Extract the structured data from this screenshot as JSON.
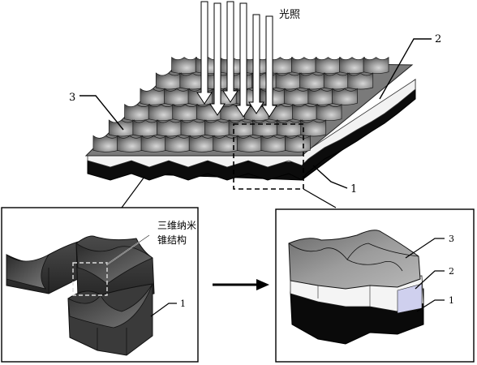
{
  "light_label": "光照",
  "part_numbers": {
    "n1": "1",
    "n2": "2",
    "n3": "3"
  },
  "left_panel": {
    "structure_label_line1": "三维纳米",
    "structure_label_line2": "锥结构",
    "n1": "1"
  },
  "right_panel": {
    "n1": "1",
    "n2": "2",
    "n3": "3"
  },
  "colors": {
    "base_black": "#0c0c0c",
    "cone_gray": "#8a8a8a",
    "mid_layer_white": "#f2f2f2",
    "left_block": "#3c3c3c",
    "stroke": "#000000"
  },
  "icons": [
    "light-arrows",
    "zoom-arrow"
  ]
}
